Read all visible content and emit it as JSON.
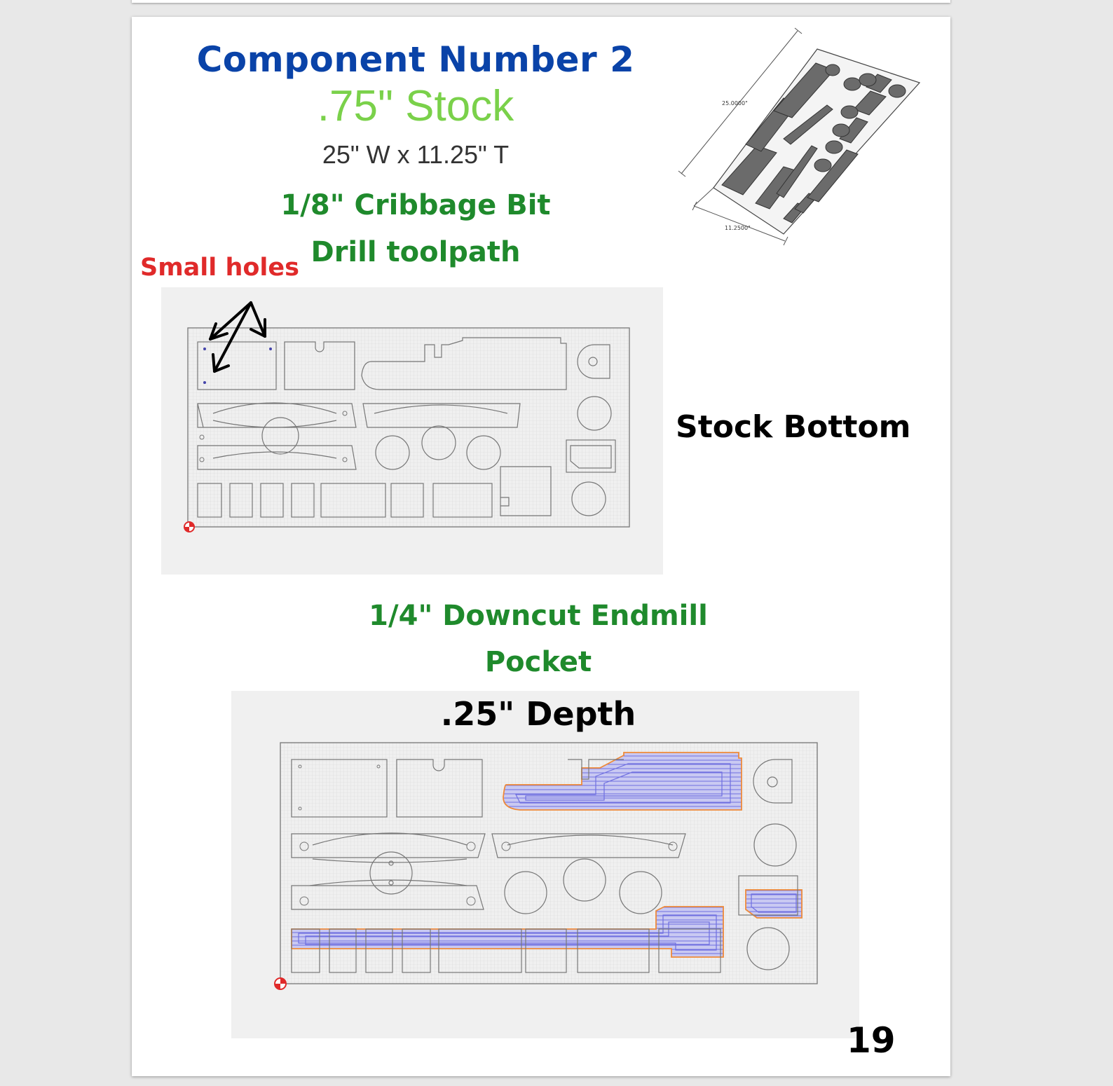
{
  "document": {
    "title": "Component Number 2",
    "stock": ".75\" Stock",
    "dimensions": "25\" W x 11.25\" T",
    "page_number": "19"
  },
  "iso_view": {
    "length_label": "25.0000\"",
    "width_label": "11.2500\""
  },
  "drill_section": {
    "bit": "1/8\" Cribbage Bit",
    "toolpath": "Drill toolpath",
    "callout": "Small holes",
    "side_label": "Stock Bottom"
  },
  "pocket_section": {
    "bit": "1/4\" Downcut Endmill",
    "toolpath": "Pocket",
    "depth": ".25\" Depth"
  },
  "colors": {
    "title": "#0a43a8",
    "stock": "#7ad14a",
    "toolpath_green": "#1f8a2c",
    "callout_red": "#e02a2a",
    "pocket_fill": "#6f6fe0",
    "pocket_outline": "#ee8a3a"
  }
}
